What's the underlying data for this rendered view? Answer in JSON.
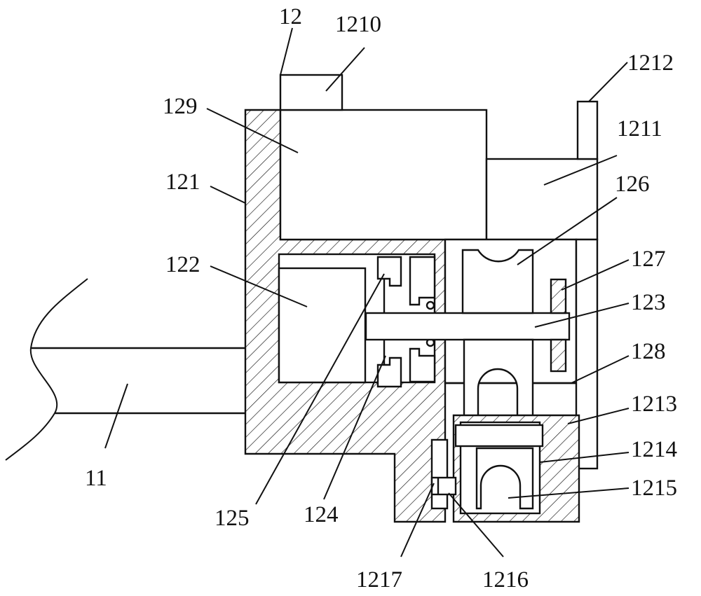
{
  "colors": {
    "line": "#111111",
    "background": "#ffffff"
  },
  "labels": {
    "l11": "11",
    "l12": "12",
    "l121": "121",
    "l122": "122",
    "l123": "123",
    "l124": "124",
    "l125": "125",
    "l126": "126",
    "l127": "127",
    "l128": "128",
    "l129": "129",
    "l1210": "1210",
    "l1211": "1211",
    "l1212": "1212",
    "l1213": "1213",
    "l1214": "1214",
    "l1215": "1215",
    "l1216": "1216",
    "l1217": "1217"
  }
}
